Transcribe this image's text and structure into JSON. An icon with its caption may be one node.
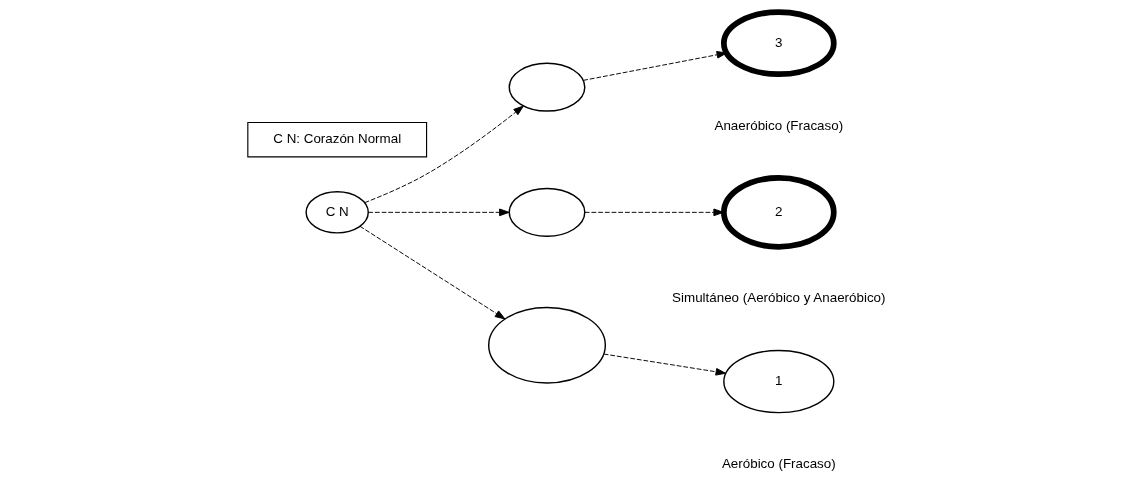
{
  "diagram": {
    "nodes": [
      {
        "text": [
          "C N"
        ]
      },
      {
        "text": [],
        "shape": "ellipse"
      },
      {
        "text": [
          "3"
        ],
        "beside": [
          "Anaeróbico (Fracaso)"
        ]
      },
      {
        "text": [],
        "shape": "ellipse"
      },
      {
        "text": [
          "2"
        ],
        "beside": [
          "Simultáneo (Aeróbico y Anaeróbico)"
        ]
      },
      {
        "text": [],
        "shape": "ellipse"
      },
      {
        "text": [
          "1"
        ],
        "beside": [
          "Aeróbico (Fracaso)"
        ]
      },
      {
        "text": [
          "C N: Corazón Normal"
        ]
      }
    ],
    "edges": [
      {
        "from": 0,
        "to": 1,
        "arrow": "to",
        "style": "dashed"
      },
      {
        "from": 1,
        "to": 2,
        "arrow": "to",
        "style": "dashed"
      },
      {
        "from": 0,
        "to": 3,
        "arrow": "to",
        "style": "dashed"
      },
      {
        "from": 3,
        "to": 4,
        "arrow": "to",
        "style": "dashed"
      },
      {
        "from": 0,
        "to": 5,
        "arrow": "to",
        "style": "dashed"
      },
      {
        "from": 5,
        "to": 6,
        "arrow": "to",
        "style": "dashed"
      }
    ]
  }
}
